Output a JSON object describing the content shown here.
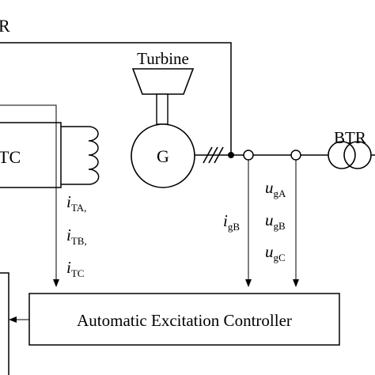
{
  "labels": {
    "r_top": "R",
    "turbine": "Turbine",
    "generator": "G",
    "tc": "TC",
    "btr": "BTR",
    "controller": "Automatic Excitation Controller"
  },
  "currents": {
    "ita": {
      "main": "i",
      "sub": "TA,",
      "label": "iTA,"
    },
    "itb": {
      "main": "i",
      "sub": "TB,",
      "label": "iTB,"
    },
    "itc": {
      "main": "i",
      "sub": "TC",
      "label": "iTC"
    },
    "igb": {
      "main": "i",
      "sub": "gB",
      "label": "igB"
    }
  },
  "voltages": {
    "uga": {
      "main": "u",
      "sub": "gA",
      "label": "ugA"
    },
    "ugb": {
      "main": "u",
      "sub": "gB",
      "label": "ugB"
    },
    "ugc": {
      "main": "u",
      "sub": "gC",
      "label": "ugC"
    }
  }
}
